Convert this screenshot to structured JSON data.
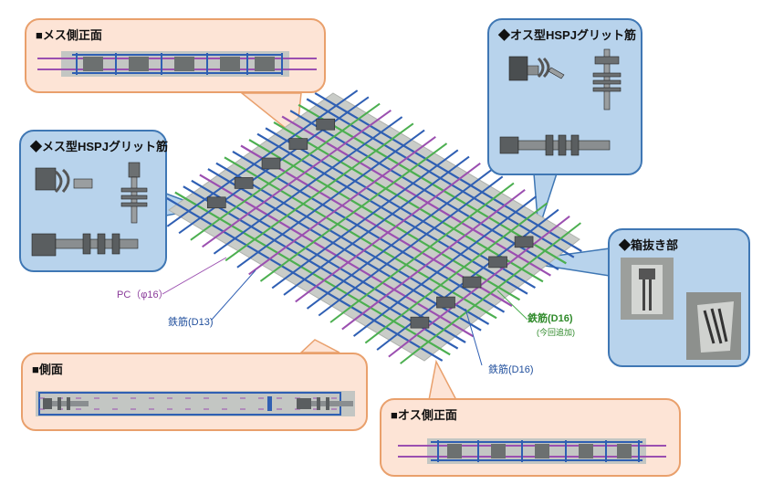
{
  "callouts": {
    "mesu_front": "■メス側正面",
    "osu_bar": "◆オス型HSPJグリット筋",
    "mesu_bar": "◆メス型HSPJグリット筋",
    "box_cut": "◆箱抜き部",
    "side": "■側面",
    "osu_front": "■オス側正面"
  },
  "labels": {
    "pc": "PC（φ16）",
    "rebar_d13": "鉄筋(D13)",
    "rebar_d16_green": "鉄筋(D16)",
    "rebar_d16_green_note": "(今回追加)",
    "rebar_d16_blue": "鉄筋(D16)"
  },
  "colors": {
    "peach_bg": "#fde4d6",
    "peach_border": "#e9a06c",
    "blue_bg": "#b8d3ec",
    "blue_border": "#3f77b4",
    "rebar_blue": "#2f5fb3",
    "rebar_green": "#4caf50",
    "pc_purple": "#9b4fb0",
    "slab": "#c9ccc8"
  }
}
